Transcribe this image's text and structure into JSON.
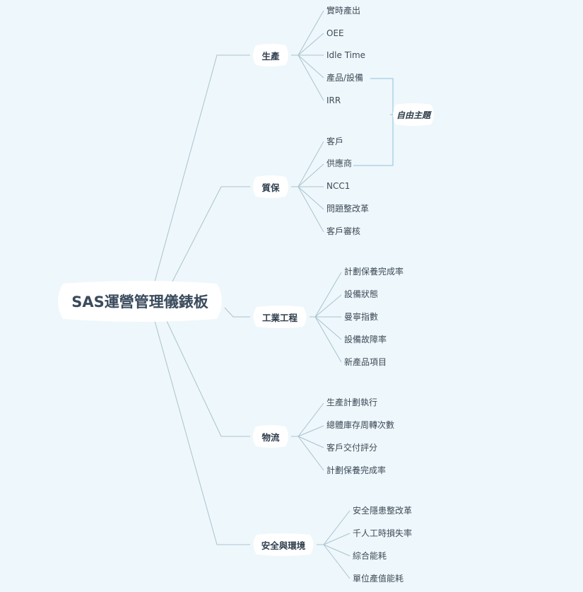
{
  "root": {
    "label": "SAS運營管理儀錶板"
  },
  "branches": [
    {
      "label": "生產",
      "items": [
        "實時產出",
        "OEE",
        "Idle Time",
        "產品/設備",
        "IRR"
      ]
    },
    {
      "label": "質保",
      "items": [
        "客戶",
        "供應商",
        "NCC1",
        "問題整改革",
        "客戶審核"
      ]
    },
    {
      "label": "工業工程",
      "items": [
        "計劃保養完成率",
        "設備狀態",
        "曼寧指數",
        "設備故障率",
        "新產品項目"
      ]
    },
    {
      "label": "物流",
      "items": [
        "生產計劃執行",
        "總體庫存周轉次數",
        "客戶交付評分",
        "計劃保養完成率"
      ]
    },
    {
      "label": "安全與環境",
      "items": [
        "安全隱患整改革",
        "千人工時損失率",
        "綜合能耗",
        "單位產值能耗"
      ]
    }
  ],
  "floating_topic": {
    "label": "自由主題"
  },
  "colors": {
    "background": "#eef7fb",
    "line": "#a9c3cf",
    "link": "#8fc1dc",
    "node_fill": "#ffffff"
  }
}
